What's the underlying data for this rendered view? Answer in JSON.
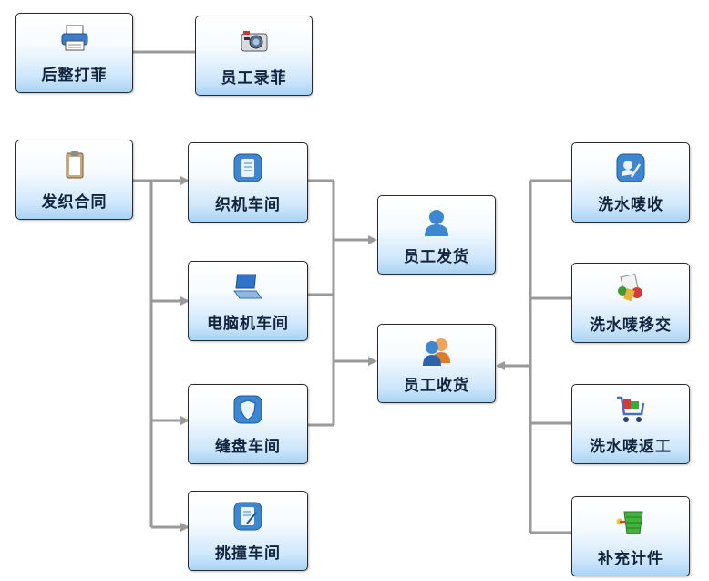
{
  "nodes": {
    "post_finishing_label": "后整打菲",
    "employee_record_label": "员工录菲",
    "contract_label": "发织合同",
    "knitting_label": "织机车间",
    "computer_knit_label": "电脑机车间",
    "linking_label": "缝盘车间",
    "picking_label": "挑撞车间",
    "ship_label": "员工发货",
    "receive_label": "员工收货",
    "wash_receive_label": "洗水唛收",
    "wash_transfer_label": "洗水唛移交",
    "wash_return_label": "洗水唛返工",
    "supplement_label": "补充计件"
  },
  "colors": {
    "connector": "#9a9a9a",
    "border": "#2a2a2a",
    "label": "#11233d",
    "box_bottom": "#a9d3f5"
  },
  "icons": [
    "printer-icon",
    "camera-icon",
    "clipboard-icon",
    "scroll-icon",
    "laptop-icon",
    "shield-icon",
    "edit-icon",
    "user-icon",
    "users-icon",
    "edit-pen-icon",
    "colorful-papers-icon",
    "cart-icon",
    "stack-icon"
  ]
}
